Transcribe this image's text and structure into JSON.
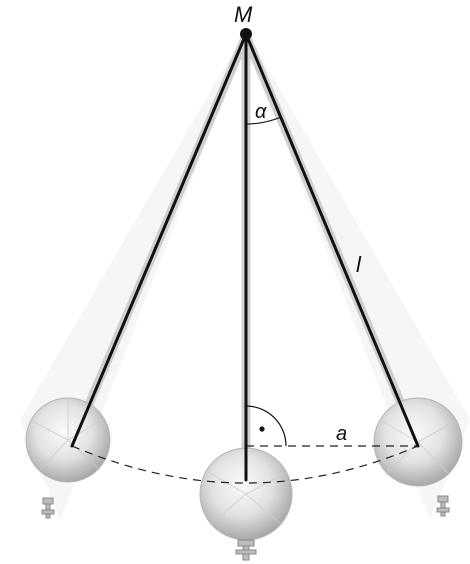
{
  "labels": {
    "pivot": "M",
    "angle": "α",
    "length": "l",
    "offset": "a"
  },
  "colors": {
    "rod": "#111111",
    "rod_shadow": "#c9c9c9",
    "bob_light": "#f4f4f4",
    "bob_dark": "#9a9a9a",
    "dashed": "#222222"
  },
  "icons": {
    "right_angle_marker": "quarter-circle-with-dot",
    "pivot_point": "filled-circle"
  }
}
